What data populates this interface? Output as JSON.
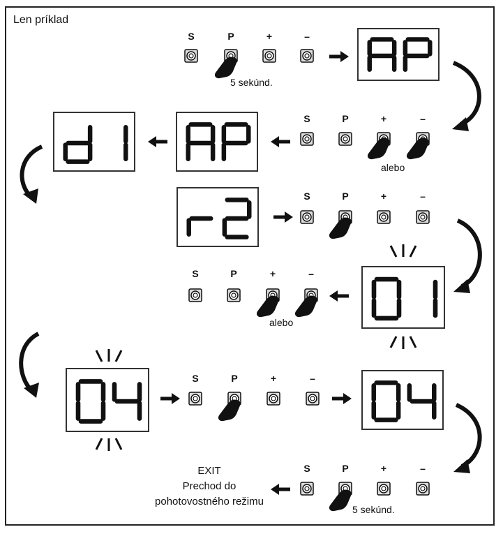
{
  "title": "Len príklad",
  "buttons": [
    "S",
    "P",
    "+",
    "–"
  ],
  "labels": {
    "hold_5s": "5 sekúnd.",
    "or": "alebo",
    "exit": "EXIT",
    "exit_line2": "Prechod do",
    "exit_line3": "pohotovostného režimu"
  },
  "displays": {
    "d_ap1": "AP",
    "d_di": "d1",
    "d_ap2": "AP",
    "d_r2": "r2",
    "d_01": "01",
    "d_04a": "04",
    "d_04b": "04"
  },
  "colors": {
    "ink": "#111111",
    "frame": "#222222"
  }
}
